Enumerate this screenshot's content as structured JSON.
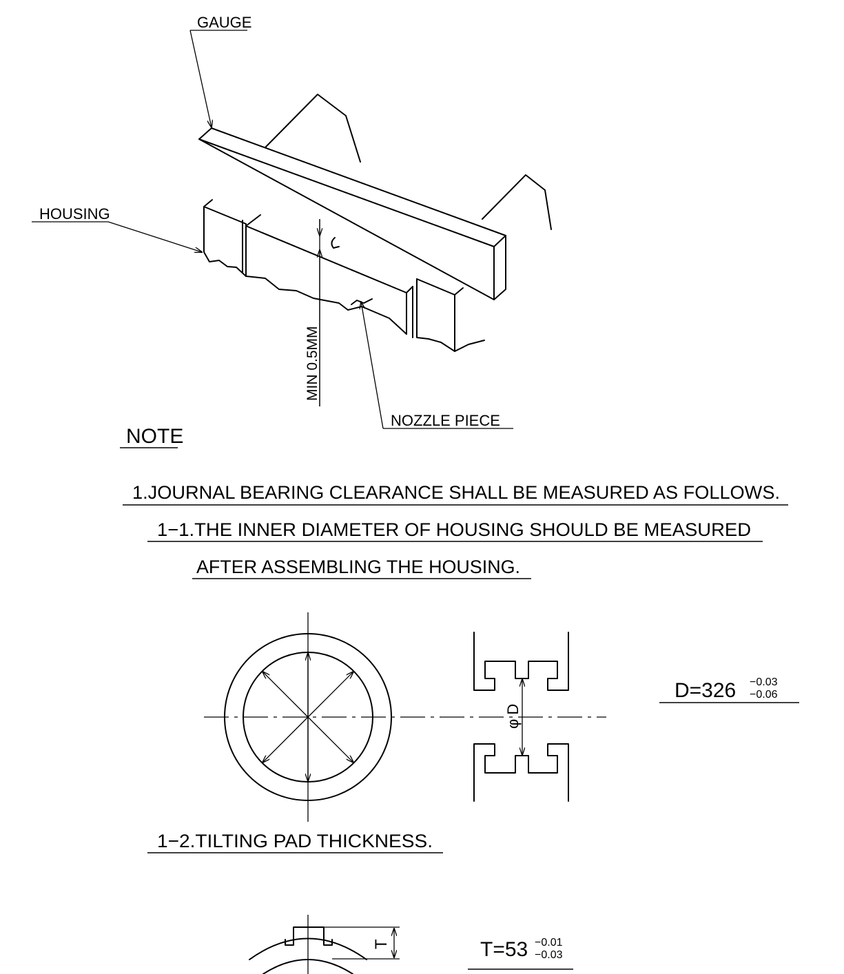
{
  "labels": {
    "gauge": "GAUGE",
    "housing": "HOUSING",
    "min_gap": "MIN 0.5MM",
    "nozzle_piece": "NOZZLE PIECE"
  },
  "note": {
    "heading": "NOTE",
    "item_1": "1.JOURNAL BEARING CLEARANCE SHALL BE MEASURED AS FOLLOWS.",
    "item_1_1_line1": "1−1.THE INNER DIAMETER OF HOUSING SHOULD BE MEASURED",
    "item_1_1_line2": "AFTER ASSEMBLING THE HOUSING.",
    "item_1_2": "1−2.TILTING PAD THICKNESS."
  },
  "dimensions": {
    "diameter_symbol": "φ D",
    "d_value": "D=326",
    "d_tol_upper": "−0.03",
    "d_tol_lower": "−0.06",
    "thickness_symbol": "T",
    "t_value": "T=53",
    "t_tol_upper": "−0.01",
    "t_tol_lower": "−0.03"
  }
}
